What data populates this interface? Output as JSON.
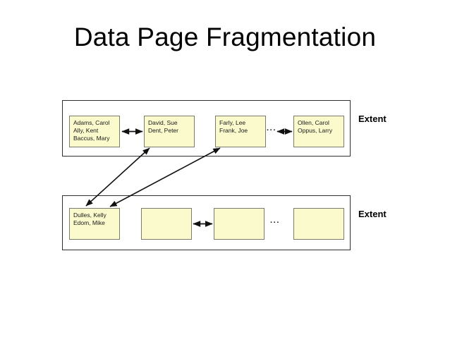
{
  "slide": {
    "title": "Data Page Fragmentation",
    "background_color": "#ffffff",
    "page_fill_color": "#fafacd",
    "page_border_color": "#7b7b6b",
    "extent_border_color": "#2f2f2f",
    "text_color": "#1a1a1a"
  },
  "extents": [
    {
      "label": "Extent",
      "pages": [
        {
          "lines": [
            "Adams, Carol",
            "Ally, Kent",
            "Baccus, Mary"
          ]
        },
        {
          "lines": [
            "David, Sue",
            "Dent, Peter"
          ]
        },
        {
          "lines": [
            "Farly, Lee",
            "Frank, Joe"
          ]
        },
        {
          "lines": [
            "Ollen, Carol",
            "Oppus, Larry"
          ]
        }
      ],
      "ellipsis": "···"
    },
    {
      "label": "Extent",
      "pages": [
        {
          "lines": [
            "Dulles, Kelly",
            "Edom, Mike"
          ]
        },
        {
          "lines": []
        },
        {
          "lines": []
        },
        {
          "lines": []
        }
      ],
      "ellipsis": "···"
    }
  ]
}
